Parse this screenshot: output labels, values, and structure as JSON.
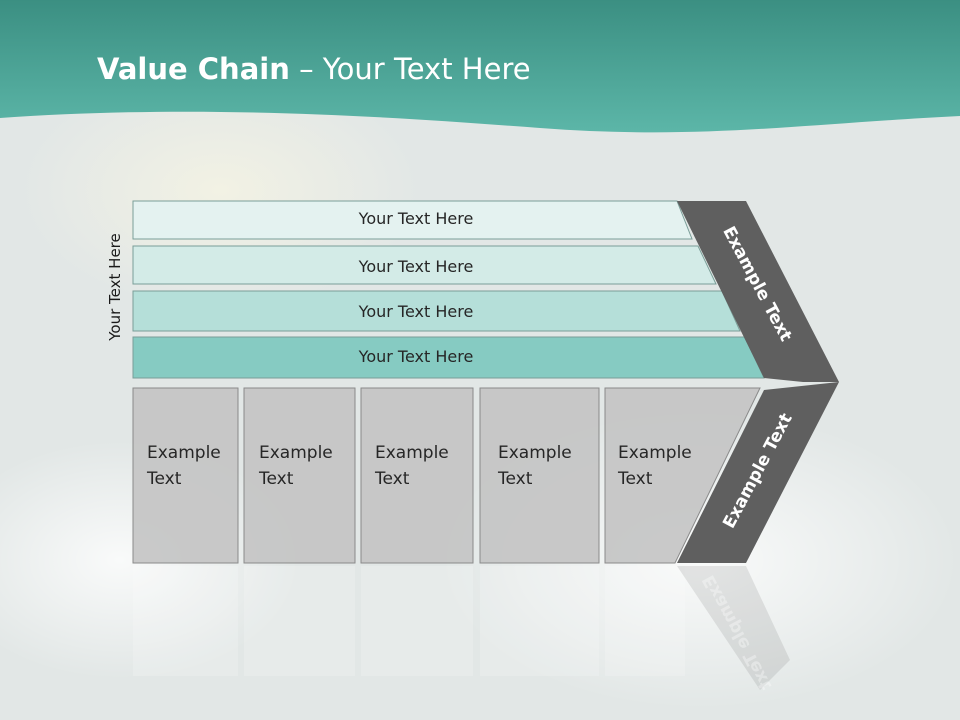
{
  "slide": {
    "title_bold": "Value Chain",
    "title_rest": " – Your Text Here",
    "side_label": "Your Text Here"
  },
  "rows": [
    {
      "label": "Your Text Here",
      "color": "#e4f2f0"
    },
    {
      "label": "Your Text Here",
      "color": "#d3ebe7"
    },
    {
      "label": "Your Text Here",
      "color": "#b5dfd9"
    },
    {
      "label": "Your Text Here",
      "color": "#86cbc2"
    }
  ],
  "cards": [
    {
      "line1": "Example",
      "line2": "Text"
    },
    {
      "line1": "Example",
      "line2": "Text"
    },
    {
      "line1": "Example",
      "line2": "Text"
    },
    {
      "line1": "Example",
      "line2": "Text"
    },
    {
      "line1": "Example",
      "line2": "Text"
    }
  ],
  "chevron": {
    "upper_label": "Example Text",
    "lower_label": "Example Text",
    "color": "#5f5f5f"
  },
  "colors": {
    "header": "#4ea99a",
    "card_fill": "#c4c4c4",
    "accent_teal": "#86cbc2"
  }
}
